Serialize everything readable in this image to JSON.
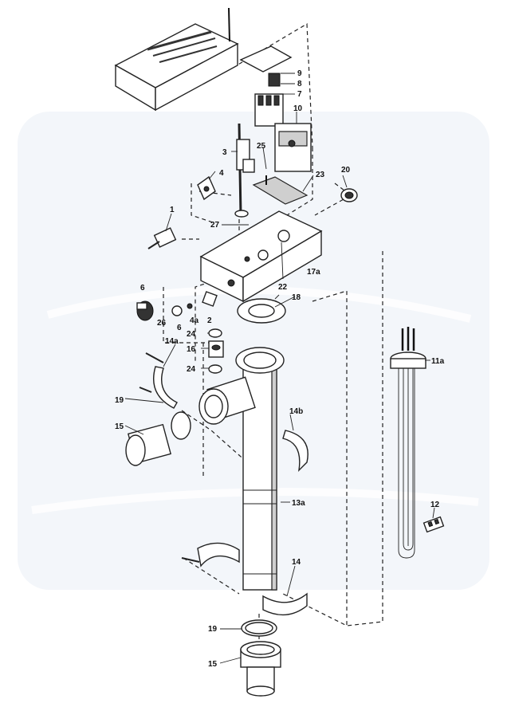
{
  "diagram": {
    "callouts": [
      {
        "id": "9",
        "label": "9"
      },
      {
        "id": "8",
        "label": "8"
      },
      {
        "id": "7",
        "label": "7"
      },
      {
        "id": "10",
        "label": "10"
      },
      {
        "id": "3",
        "label": "3"
      },
      {
        "id": "25",
        "label": "25"
      },
      {
        "id": "20",
        "label": "20"
      },
      {
        "id": "4",
        "label": "4"
      },
      {
        "id": "23",
        "label": "23"
      },
      {
        "id": "1",
        "label": "1"
      },
      {
        "id": "27",
        "label": "27"
      },
      {
        "id": "17a",
        "label": "17a"
      },
      {
        "id": "22",
        "label": "22"
      },
      {
        "id": "6a",
        "label": "6"
      },
      {
        "id": "4a",
        "label": "4a"
      },
      {
        "id": "18",
        "label": "18"
      },
      {
        "id": "26",
        "label": "26"
      },
      {
        "id": "6b",
        "label": "6"
      },
      {
        "id": "2",
        "label": "2"
      },
      {
        "id": "24a",
        "label": "24"
      },
      {
        "id": "14a",
        "label": "14a"
      },
      {
        "id": "16",
        "label": "16"
      },
      {
        "id": "11a",
        "label": "11a"
      },
      {
        "id": "24b",
        "label": "24"
      },
      {
        "id": "19a",
        "label": "19"
      },
      {
        "id": "14b",
        "label": "14b"
      },
      {
        "id": "15a",
        "label": "15"
      },
      {
        "id": "13a",
        "label": "13a"
      },
      {
        "id": "12",
        "label": "12"
      },
      {
        "id": "14",
        "label": "14"
      },
      {
        "id": "19b",
        "label": "19"
      },
      {
        "id": "15b",
        "label": "15"
      }
    ]
  }
}
